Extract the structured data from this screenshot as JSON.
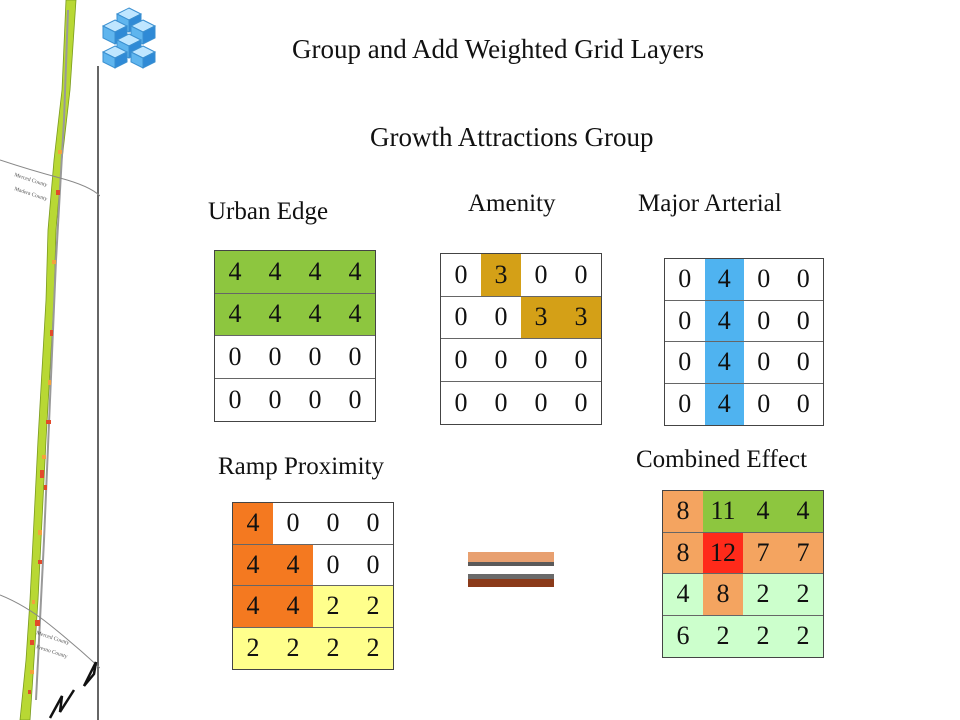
{
  "title": "Group and Add Weighted Grid Layers",
  "subtitle": "Growth Attractions Group",
  "map_strip": {
    "county_labels": [
      "Merced County",
      "Madera County",
      "Merced County",
      "Fresno County"
    ]
  },
  "grids": {
    "urban_edge": {
      "label": "Urban Edge",
      "values": [
        [
          "4",
          "4",
          "4",
          "4"
        ],
        [
          "4",
          "4",
          "4",
          "4"
        ],
        [
          "0",
          "0",
          "0",
          "0"
        ],
        [
          "0",
          "0",
          "0",
          "0"
        ]
      ],
      "colors": [
        [
          "#8DC63F",
          "#8DC63F",
          "#8DC63F",
          "#8DC63F"
        ],
        [
          "#8DC63F",
          "#8DC63F",
          "#8DC63F",
          "#8DC63F"
        ],
        [
          "#ffffff",
          "#ffffff",
          "#ffffff",
          "#ffffff"
        ],
        [
          "#ffffff",
          "#ffffff",
          "#ffffff",
          "#ffffff"
        ]
      ]
    },
    "amenity": {
      "label": "Amenity",
      "values": [
        [
          "0",
          "3",
          "0",
          "0"
        ],
        [
          "0",
          "0",
          "3",
          "3"
        ],
        [
          "0",
          "0",
          "0",
          "0"
        ],
        [
          "0",
          "0",
          "0",
          "0"
        ]
      ],
      "colors": [
        [
          "#ffffff",
          "#D4A017",
          "#ffffff",
          "#ffffff"
        ],
        [
          "#ffffff",
          "#ffffff",
          "#D4A017",
          "#D4A017"
        ],
        [
          "#ffffff",
          "#ffffff",
          "#ffffff",
          "#ffffff"
        ],
        [
          "#ffffff",
          "#ffffff",
          "#ffffff",
          "#ffffff"
        ]
      ]
    },
    "major_arterial": {
      "label": "Major Arterial",
      "values": [
        [
          "0",
          "4",
          "0",
          "0"
        ],
        [
          "0",
          "4",
          "0",
          "0"
        ],
        [
          "0",
          "4",
          "0",
          "0"
        ],
        [
          "0",
          "4",
          "0",
          "0"
        ]
      ],
      "colors": [
        [
          "#ffffff",
          "#4FB3F0",
          "#ffffff",
          "#ffffff"
        ],
        [
          "#ffffff",
          "#4FB3F0",
          "#ffffff",
          "#ffffff"
        ],
        [
          "#ffffff",
          "#4FB3F0",
          "#ffffff",
          "#ffffff"
        ],
        [
          "#ffffff",
          "#4FB3F0",
          "#ffffff",
          "#ffffff"
        ]
      ]
    },
    "ramp_proximity": {
      "label": "Ramp Proximity",
      "values": [
        [
          "4",
          "0",
          "0",
          "0"
        ],
        [
          "4",
          "4",
          "0",
          "0"
        ],
        [
          "4",
          "4",
          "2",
          "2"
        ],
        [
          "2",
          "2",
          "2",
          "2"
        ]
      ],
      "colors": [
        [
          "#F47920",
          "#ffffff",
          "#ffffff",
          "#ffffff"
        ],
        [
          "#F47920",
          "#F47920",
          "#ffffff",
          "#ffffff"
        ],
        [
          "#F47920",
          "#F47920",
          "#FFFF8C",
          "#FFFF8C"
        ],
        [
          "#FFFF8C",
          "#FFFF8C",
          "#FFFF8C",
          "#FFFF8C"
        ]
      ]
    },
    "combined_effect": {
      "label": "Combined Effect",
      "values": [
        [
          "8",
          "11",
          "4",
          "4"
        ],
        [
          "8",
          "12",
          "7",
          "7"
        ],
        [
          "4",
          "8",
          "2",
          "2"
        ],
        [
          "6",
          "2",
          "2",
          "2"
        ]
      ],
      "colors": [
        [
          "#F4A460",
          "#8DC63F",
          "#8DC63F",
          "#8DC63F"
        ],
        [
          "#F4A460",
          "#FF2A1A",
          "#F4A460",
          "#F4A460"
        ],
        [
          "#CCFFCC",
          "#F4A460",
          "#CCFFCC",
          "#CCFFCC"
        ],
        [
          "#CCFFCC",
          "#CCFFCC",
          "#CCFFCC",
          "#CCFFCC"
        ]
      ]
    }
  },
  "equals_colors": {
    "top": "#E8A070",
    "bottom": "#8B3A1A"
  }
}
